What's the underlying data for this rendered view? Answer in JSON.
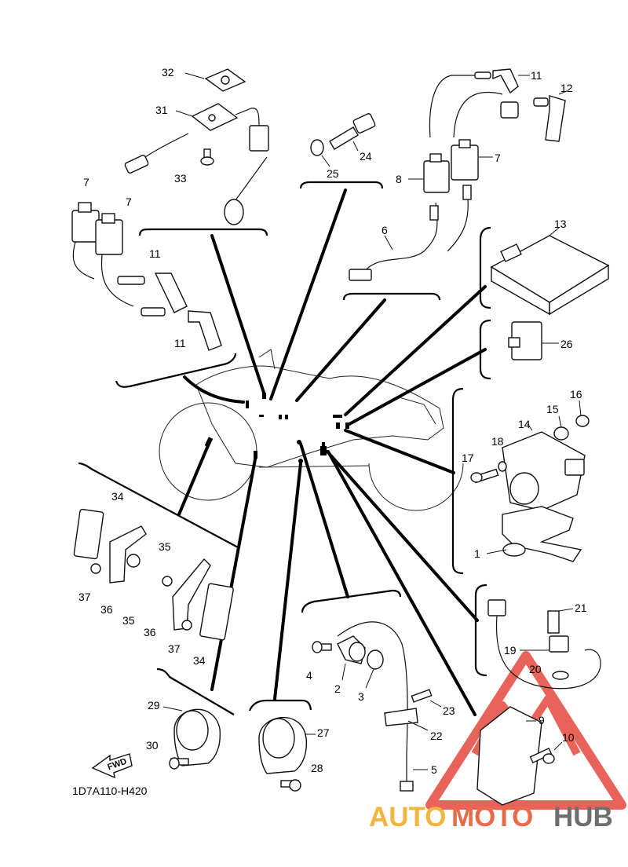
{
  "diagram": {
    "code": "1D7A110-H420",
    "fwd_label": "FWD",
    "callouts": {
      "c1": "1",
      "c2": "2",
      "c3": "3",
      "c4": "4",
      "c5": "5",
      "c6": "6",
      "c7a": "7",
      "c7b": "7",
      "c7c": "7",
      "c8": "8",
      "c9": "9",
      "c10": "10",
      "c11a": "11",
      "c11b": "11",
      "c11c": "11",
      "c12": "12",
      "c13": "13",
      "c14": "14",
      "c15": "15",
      "c16": "16",
      "c17": "17",
      "c18": "18",
      "c19": "19",
      "c20": "20",
      "c21": "21",
      "c22": "22",
      "c23": "23",
      "c24": "24",
      "c25": "25",
      "c26": "26",
      "c27": "27",
      "c28": "28",
      "c29": "29",
      "c30": "30",
      "c31": "31",
      "c32": "32",
      "c33": "33",
      "c34a": "34",
      "c34b": "34",
      "c35a": "35",
      "c35b": "35",
      "c36a": "36",
      "c36b": "36",
      "c37a": "37",
      "c37b": "37"
    }
  },
  "watermark": {
    "part1": "AUTO",
    "part2": "MOTO",
    "part3": "HUB",
    "colors": {
      "auto": "#f2b640",
      "moto": "#e86a47",
      "hub": "#6e6e6e",
      "triangle": "#e5483d"
    }
  }
}
